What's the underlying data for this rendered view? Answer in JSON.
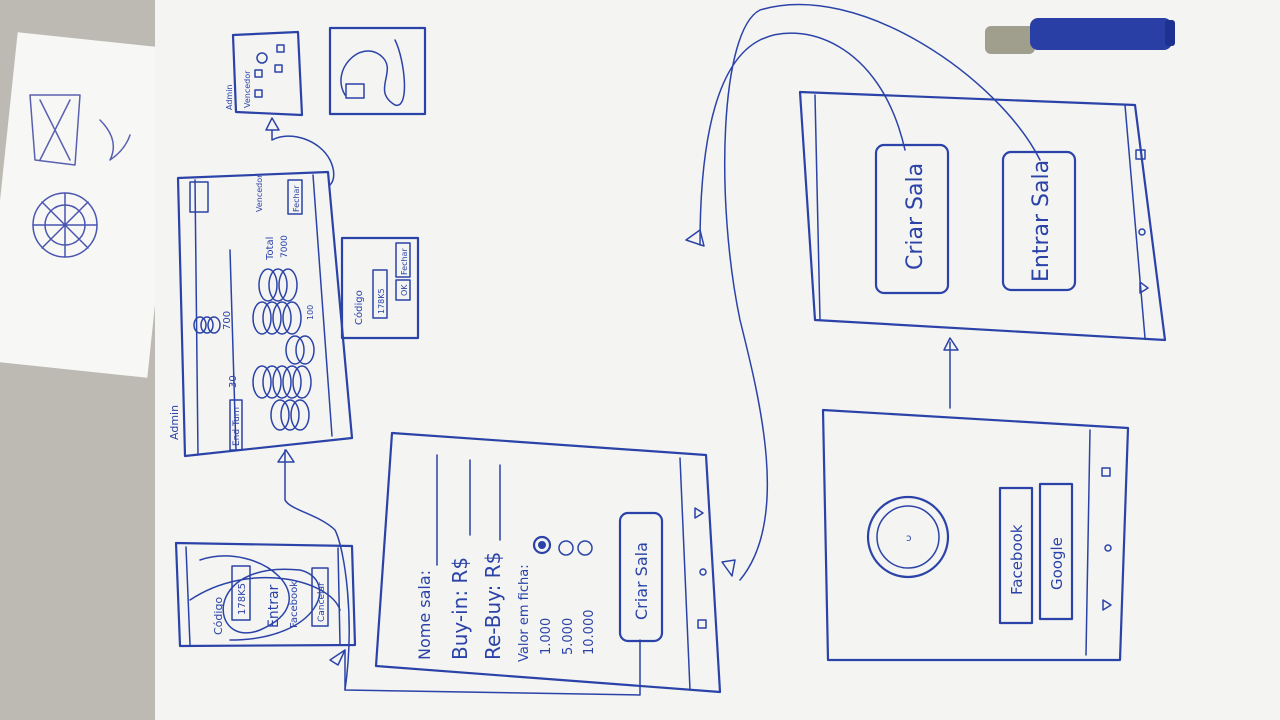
{
  "login_screen": {
    "facebook": "Facebook",
    "google": "Google"
  },
  "home_screen": {
    "create_room": "Criar Sala",
    "enter_room": "Entrar Sala"
  },
  "create_room_screen": {
    "name_label": "Nome sala:",
    "buyin_label": "Buy-in: R$",
    "rebuy_label": "Re-Buy: R$",
    "chip_value_label": "Valor em ficha:",
    "chip_options": [
      "1.000",
      "5.000",
      "10.000"
    ],
    "create_button": "Criar Sala"
  },
  "join_room_screen": {
    "code_label": "Código",
    "code_value": "178K5",
    "enter_button": "Entrar",
    "facebook_button": "Facebook",
    "cancel_button": "Cancelar"
  },
  "table_screen": {
    "admin_label": "Admin",
    "total_label": "Total",
    "total_value": "7000",
    "end_turn": "End Turn",
    "value_30": "30",
    "value_700": "700",
    "value_100": "100",
    "fechar": "Fechar",
    "vencedor": "Vencedor"
  },
  "code_popup": {
    "code_label": "Código",
    "code_value": "178K5",
    "ok": "OK",
    "fechar": "Fechar"
  },
  "winner_screen": {
    "admin_label": "Admin",
    "vencedor_label": "Vencedor"
  }
}
